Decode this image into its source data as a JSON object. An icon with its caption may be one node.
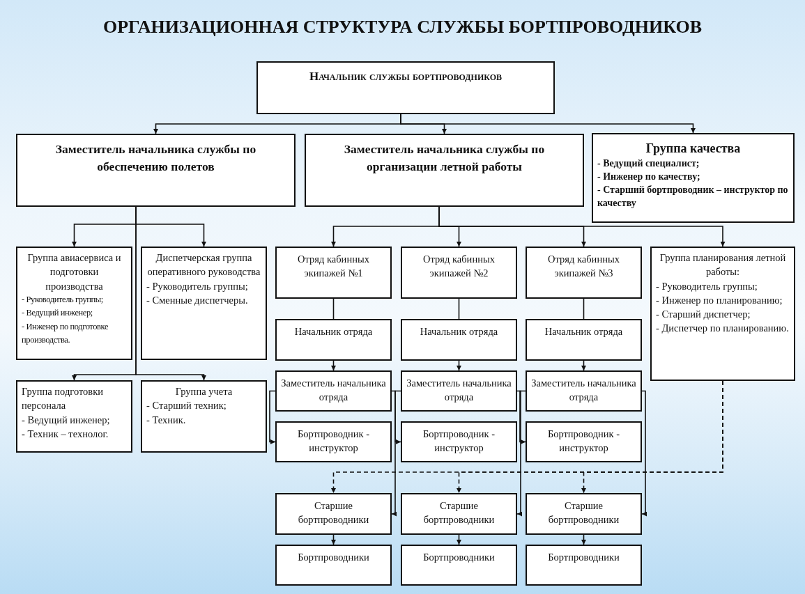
{
  "diagram": {
    "title": "ОРГАНИЗАЦИОННАЯ СТРУКТУРА СЛУЖБЫ БОРТПРОВОДНИКОВ",
    "nodes": [
      {
        "text": [
          "Начальник службы бортпроводников"
        ]
      },
      {
        "text": [
          "Заместитель начальника службы по обеспечению полетов"
        ]
      },
      {
        "text": [
          "Заместитель начальника службы по организации летной работы"
        ]
      },
      {
        "text": [
          "Группа качества",
          "- Ведущий специалист;",
          "- Инженер по качеству;",
          "- Старший бортпроводник – инструктор по качеству"
        ]
      },
      {
        "text": [
          "Группа авиасервиса и подготовки производства",
          "- Руководитель группы;",
          "- Ведущий инженер;",
          "- Инженер по подготовке производства."
        ]
      },
      {
        "text": [
          "Диспетчерская группа оперативного руководства",
          "- Руководитель группы;",
          "- Сменные диспетчеры."
        ]
      },
      {
        "text": [
          "Отряд кабинных экипажей №1"
        ]
      },
      {
        "text": [
          "Отряд кабинных экипажей №2"
        ]
      },
      {
        "text": [
          "Отряд кабинных экипажей №3"
        ]
      },
      {
        "text": [
          "Группа планирования летной работы:",
          "- Руководитель группы;",
          "- Инженер по планированию;",
          "- Старший диспетчер;",
          "- Диспетчер по планированию."
        ]
      },
      {
        "text": [
          "Группа подготовки персонала",
          "- Ведущий инженер;",
          "- Техник – технолог."
        ]
      },
      {
        "text": [
          "Группа учета",
          "- Старший техник;",
          "- Техник."
        ]
      },
      {
        "text": [
          "Начальник отряда"
        ]
      },
      {
        "text": [
          "Заместитель начальника отряда"
        ]
      },
      {
        "text": [
          "Бортпроводник - инструктор"
        ]
      },
      {
        "text": [
          "Старшие бортпроводники"
        ]
      },
      {
        "text": [
          "Бортпроводники"
        ]
      },
      {
        "text": [
          "Начальник отряда"
        ]
      },
      {
        "text": [
          "Заместитель начальника отряда"
        ]
      },
      {
        "text": [
          "Бортпроводник - инструктор"
        ]
      },
      {
        "text": [
          "Старшие бортпроводники"
        ]
      },
      {
        "text": [
          "Бортпроводники"
        ]
      },
      {
        "text": [
          "Начальник отряда"
        ]
      },
      {
        "text": [
          "Заместитель начальника отряда"
        ]
      },
      {
        "text": [
          "Бортпроводник - инструктор"
        ]
      },
      {
        "text": [
          "Старшие бортпроводники"
        ]
      },
      {
        "text": [
          "Бортпроводники"
        ]
      }
    ],
    "edges": [
      {
        "from": 0,
        "to": 1,
        "arrow": "to"
      },
      {
        "from": 0,
        "to": 2,
        "arrow": "to"
      },
      {
        "from": 0,
        "to": 3,
        "arrow": "to"
      },
      {
        "from": 1,
        "to": 4,
        "arrow": "to"
      },
      {
        "from": 1,
        "to": 5,
        "arrow": "to"
      },
      {
        "from": 1,
        "to": 10,
        "arrow": "to"
      },
      {
        "from": 1,
        "to": 11,
        "arrow": "to"
      },
      {
        "from": 2,
        "to": 6,
        "arrow": "to"
      },
      {
        "from": 2,
        "to": 7,
        "arrow": "to"
      },
      {
        "from": 2,
        "to": 8,
        "arrow": "to"
      },
      {
        "from": 2,
        "to": 9,
        "arrow": "to"
      },
      {
        "from": 6,
        "to": 12,
        "arrow": "none"
      },
      {
        "from": 12,
        "to": 13,
        "arrow": "to"
      },
      {
        "from": 13,
        "to": 14,
        "arrow": "to"
      },
      {
        "from": 13,
        "to": 15,
        "arrow": "to"
      },
      {
        "from": 15,
        "to": 16,
        "arrow": "to"
      },
      {
        "from": 7,
        "to": 17,
        "arrow": "none"
      },
      {
        "from": 17,
        "to": 18,
        "arrow": "to"
      },
      {
        "from": 18,
        "to": 19,
        "arrow": "to"
      },
      {
        "from": 18,
        "to": 20,
        "arrow": "to"
      },
      {
        "from": 20,
        "to": 21,
        "arrow": "to"
      },
      {
        "from": 8,
        "to": 22,
        "arrow": "none"
      },
      {
        "from": 22,
        "to": 23,
        "arrow": "to"
      },
      {
        "from": 23,
        "to": 24,
        "arrow": "to"
      },
      {
        "from": 23,
        "to": 25,
        "arrow": "to"
      },
      {
        "from": 25,
        "to": 26,
        "arrow": "to"
      },
      {
        "from": 9,
        "to": 15,
        "arrow": "to",
        "style": "dashed"
      },
      {
        "from": 9,
        "to": 20,
        "arrow": "to",
        "style": "dashed"
      },
      {
        "from": 9,
        "to": 25,
        "arrow": "to",
        "style": "dashed"
      }
    ]
  }
}
